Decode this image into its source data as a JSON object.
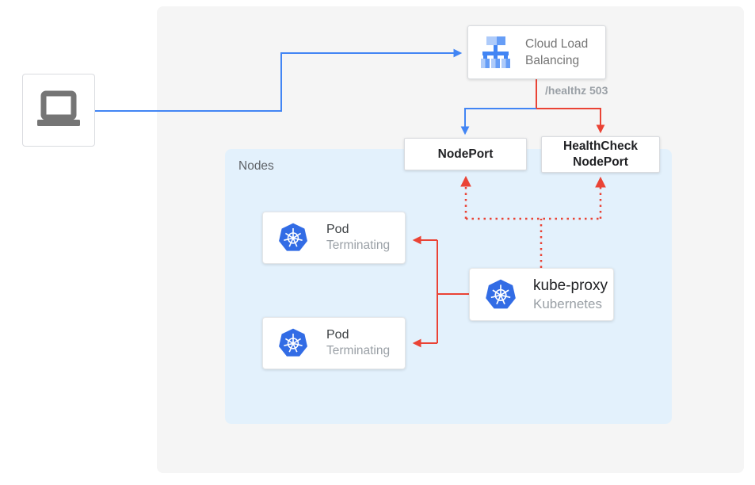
{
  "colors": {
    "blue": "#4285F4",
    "red": "#EA4335",
    "k8s_blue": "#326CE5",
    "outer_panel": "#F5F5F5",
    "nodes_panel": "#E3F1FC",
    "box_border": "#DADCE0",
    "title_text": "#202124",
    "muted_text": "#9AA0A6",
    "gray_text": "#757575",
    "icon_gray": "#757575",
    "lb_light": "#AECBFA",
    "lb_mid": "#669DF6"
  },
  "client": {
    "icon": "laptop-icon"
  },
  "cloud_load_balancing": {
    "label": "Cloud Load Balancing",
    "icon": "load-balancer-icon"
  },
  "annotations": {
    "healthz": "/healthz 503"
  },
  "node_port": {
    "label": "NodePort"
  },
  "health_check_node_port": {
    "label": "HealthCheck NodePort"
  },
  "nodes_panel": {
    "label": "Nodes"
  },
  "pods": [
    {
      "title": "Pod",
      "status": "Terminating",
      "icon": "kubernetes-icon"
    },
    {
      "title": "Pod",
      "status": "Terminating",
      "icon": "kubernetes-icon"
    }
  ],
  "kube_proxy": {
    "title": "kube-proxy",
    "subtitle": "Kubernetes",
    "icon": "kubernetes-icon"
  }
}
